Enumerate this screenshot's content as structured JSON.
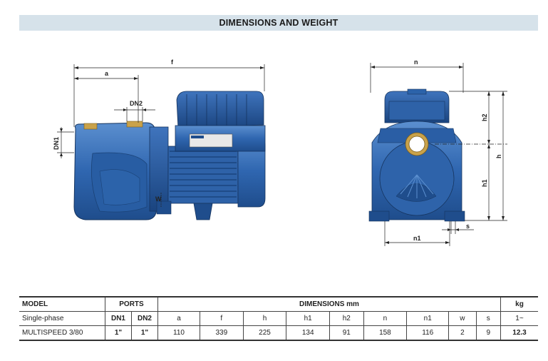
{
  "title": "DIMENSIONS AND WEIGHT",
  "drawing": {
    "side_labels": {
      "f": "f",
      "a": "a",
      "dn2": "DN2",
      "dn1": "DN1",
      "w": "W"
    },
    "front_labels": {
      "n": "n",
      "h2": "h2",
      "h": "h",
      "h1": "h1",
      "n1": "n1",
      "s": "s"
    }
  },
  "table": {
    "header": {
      "model": "MODEL",
      "ports": "PORTS",
      "dimensions": "DIMENSIONS mm",
      "weight": "kg"
    },
    "subheader": {
      "phase": "Single-phase",
      "dn1": "DN1",
      "dn2": "DN2",
      "cols": [
        "a",
        "f",
        "h",
        "h1",
        "h2",
        "n",
        "n1",
        "w",
        "s"
      ],
      "weight": "1~"
    },
    "rows": [
      {
        "model": "MULTISPEED 3/80",
        "dn1": "1\"",
        "dn2": "1\"",
        "values": [
          "110",
          "339",
          "225",
          "134",
          "91",
          "158",
          "116",
          "2",
          "9"
        ],
        "weight": "12.3"
      }
    ]
  }
}
